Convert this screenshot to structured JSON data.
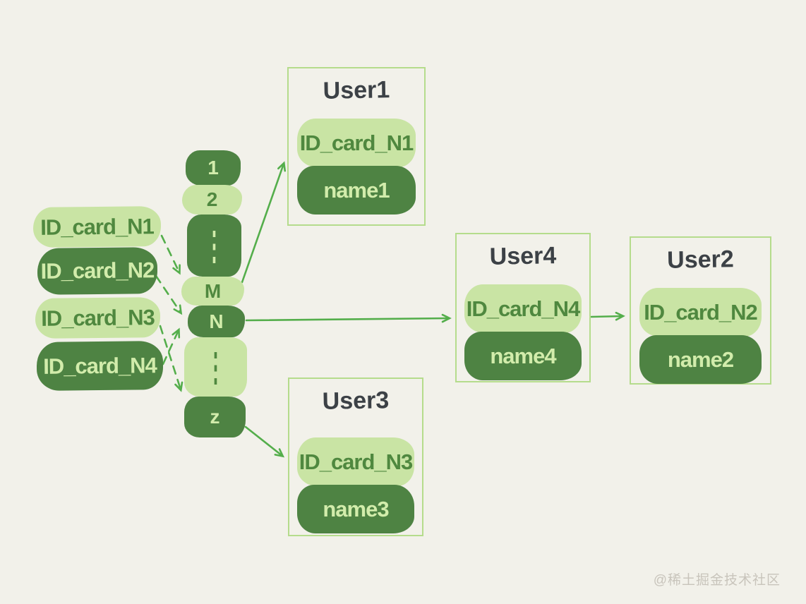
{
  "colors": {
    "background": "#f2f1ea",
    "pill_light": "#c9e4a4",
    "pill_dark": "#4e8343",
    "text_on_light": "#4f883f",
    "text_on_dark": "#d2ecab",
    "arrow": "#54ae4b",
    "box_border": "#b5dc8c",
    "title_text": "#3c4146",
    "watermark_text": "#c8c4bb"
  },
  "watermark": "@稀土掘金技术社区",
  "diagram": {
    "type": "hash-table-mapping",
    "keys": [
      {
        "label": "ID_card_N1",
        "variant": "light"
      },
      {
        "label": "ID_card_N2",
        "variant": "dark"
      },
      {
        "label": "ID_card_N3",
        "variant": "light"
      },
      {
        "label": "ID_card_N4",
        "variant": "dark"
      }
    ],
    "buckets": [
      {
        "label": "1",
        "variant": "dark"
      },
      {
        "label": "2",
        "variant": "light"
      },
      {
        "label": "⋮",
        "variant": "dark",
        "dots": true
      },
      {
        "label": "M",
        "variant": "light"
      },
      {
        "label": "N",
        "variant": "dark"
      },
      {
        "label": "⋮",
        "variant": "light",
        "dots": true
      },
      {
        "label": "z",
        "variant": "dark"
      }
    ],
    "users": [
      {
        "title": "User1",
        "id": "ID_card_N1",
        "name": "name1"
      },
      {
        "title": "User4",
        "id": "ID_card_N4",
        "name": "name4"
      },
      {
        "title": "User2",
        "id": "ID_card_N2",
        "name": "name2"
      },
      {
        "title": "User3",
        "id": "ID_card_N3",
        "name": "name3"
      }
    ],
    "edges": {
      "dashed": [
        {
          "from": "ID_card_N1",
          "to": "bucket M"
        },
        {
          "from": "ID_card_N2",
          "to": "bucket N"
        },
        {
          "from": "ID_card_N3",
          "to": "bucket z"
        },
        {
          "from": "ID_card_N4",
          "to": "bucket N"
        }
      ],
      "solid": [
        {
          "from": "bucket M",
          "to": "User1"
        },
        {
          "from": "bucket N",
          "to": "User4"
        },
        {
          "from": "bucket z",
          "to": "User3"
        },
        {
          "from": "User4",
          "to": "User2"
        }
      ]
    }
  }
}
